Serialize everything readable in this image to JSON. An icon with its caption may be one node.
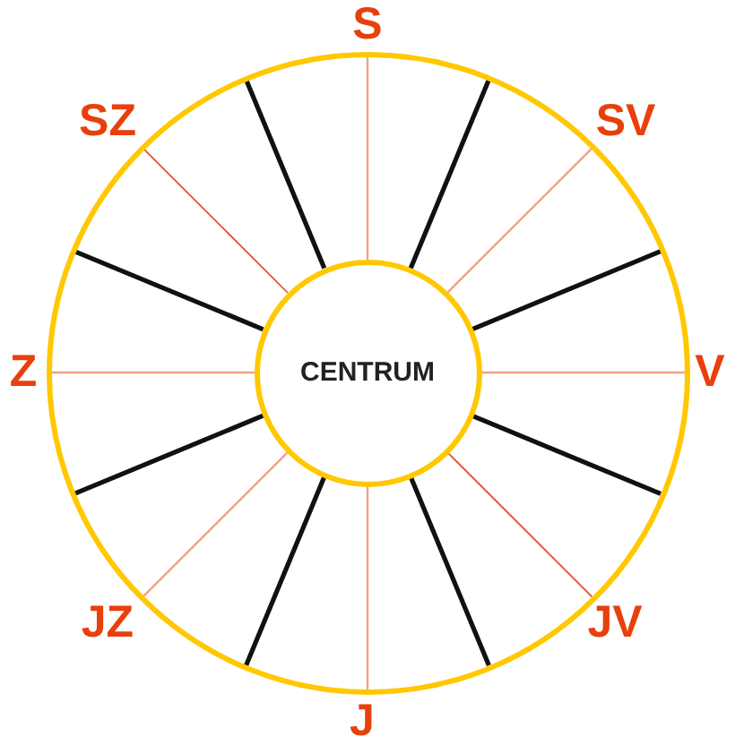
{
  "diagram": {
    "nodes": [
      {
        "text": [],
        "shape": "circle"
      },
      {
        "text": [
          "CENTRUM"
        ],
        "in": 0
      }
    ],
    "edges": [],
    "labels": [
      "S",
      "SZ",
      "SV",
      "Z",
      "V",
      "JZ",
      "JV",
      "J"
    ]
  }
}
